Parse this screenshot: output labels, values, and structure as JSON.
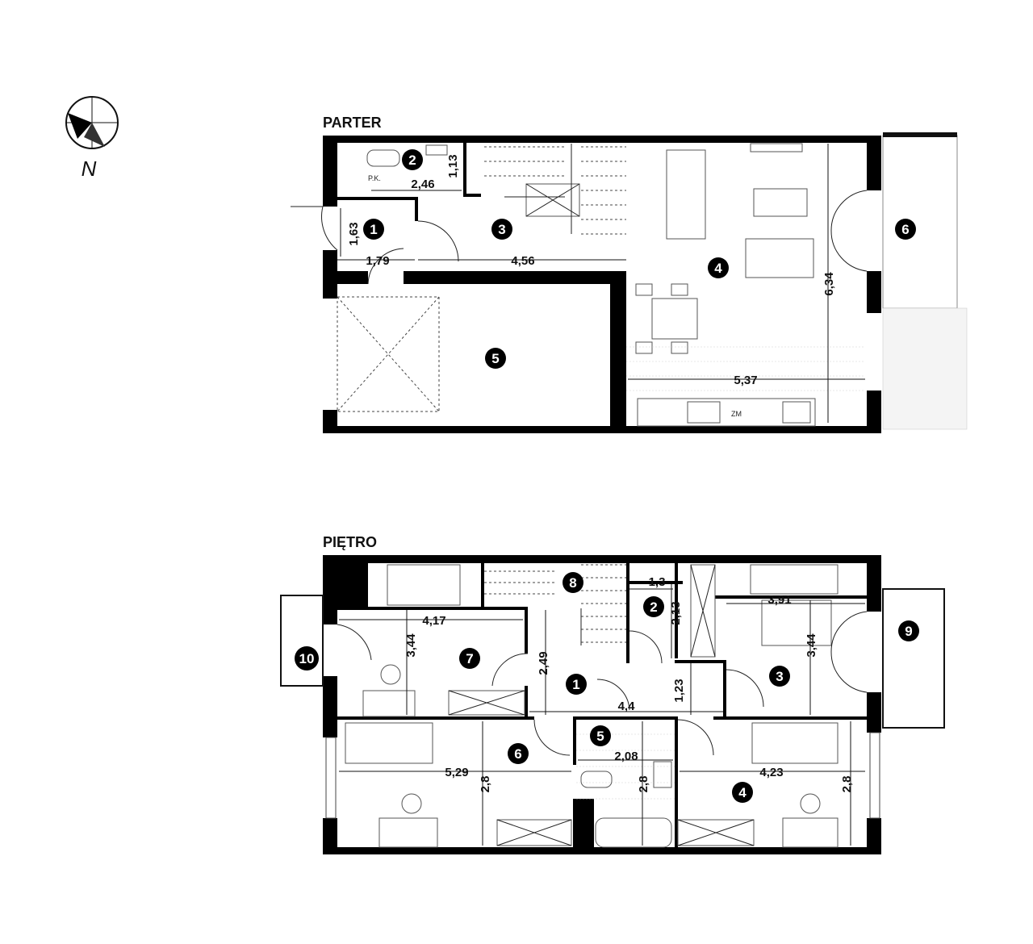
{
  "compass": {
    "north_label": "N"
  },
  "floors": [
    {
      "title": "PARTER",
      "rooms": [
        "1",
        "2",
        "3",
        "4",
        "5",
        "6"
      ],
      "dimensions": [
        "1,63",
        "2,46",
        "1,13",
        "1,79",
        "4,56",
        "6,34",
        "5,37"
      ],
      "annotations": [
        "P.K.",
        "ZM"
      ]
    },
    {
      "title": "PIĘTRO",
      "rooms": [
        "1",
        "2",
        "3",
        "4",
        "5",
        "6",
        "7",
        "8",
        "9",
        "10"
      ],
      "dimensions": [
        "1,3",
        "2,13",
        "3,91",
        "3,44",
        "4,17",
        "3,44",
        "2,49",
        "1,23",
        "4,4",
        "2,08",
        "5,29",
        "2,8",
        "2,8",
        "4,23",
        "2,8"
      ]
    }
  ]
}
